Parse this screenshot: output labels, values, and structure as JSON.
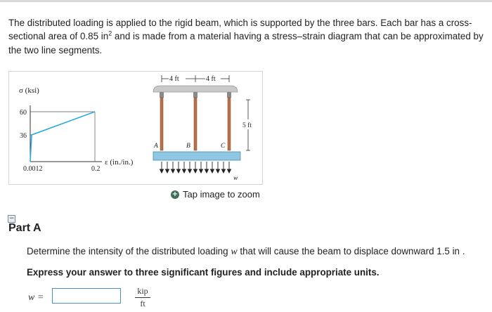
{
  "problem": {
    "text_before_sup": "The distributed loading is applied to the rigid beam, which is supported by the three bars. Each bar has a cross-sectional area of 0.85 in",
    "sup": "2",
    "text_after_sup": " and is made from a material having a stress–strain diagram that can be approximated by the two line segments."
  },
  "figure": {
    "graph": {
      "y_axis_label": "σ (ksi)",
      "x_axis_label": "ε (in./in.)",
      "y_ticks": [
        "60",
        "36"
      ],
      "x_ticks": [
        "0.0012",
        "0.2"
      ]
    },
    "beam": {
      "dim_label_1": "4 ft",
      "dim_label_2": "4 ft",
      "height_label": "5 ft",
      "bar_labels": [
        "A",
        "B",
        "C"
      ],
      "load_label": "w"
    },
    "colors": {
      "line": "#29a9e0",
      "bar": "#b5734a",
      "beam": "#8fc7e3",
      "support": "#c9c9c9"
    }
  },
  "zoom": {
    "icon": "zoom-in-icon",
    "label": "Tap image to zoom"
  },
  "part": {
    "collapse_icon": "−",
    "title": "Part A"
  },
  "question": {
    "before": "Determine the intensity of the distributed loading ",
    "var": "w",
    "after": " that will cause the beam to displace downward 1.5 in ."
  },
  "instruction": "Express your answer to three significant figures and include appropriate units.",
  "answer": {
    "var_label": "w =",
    "value": "",
    "unit_num": "kip",
    "unit_den": "ft"
  }
}
